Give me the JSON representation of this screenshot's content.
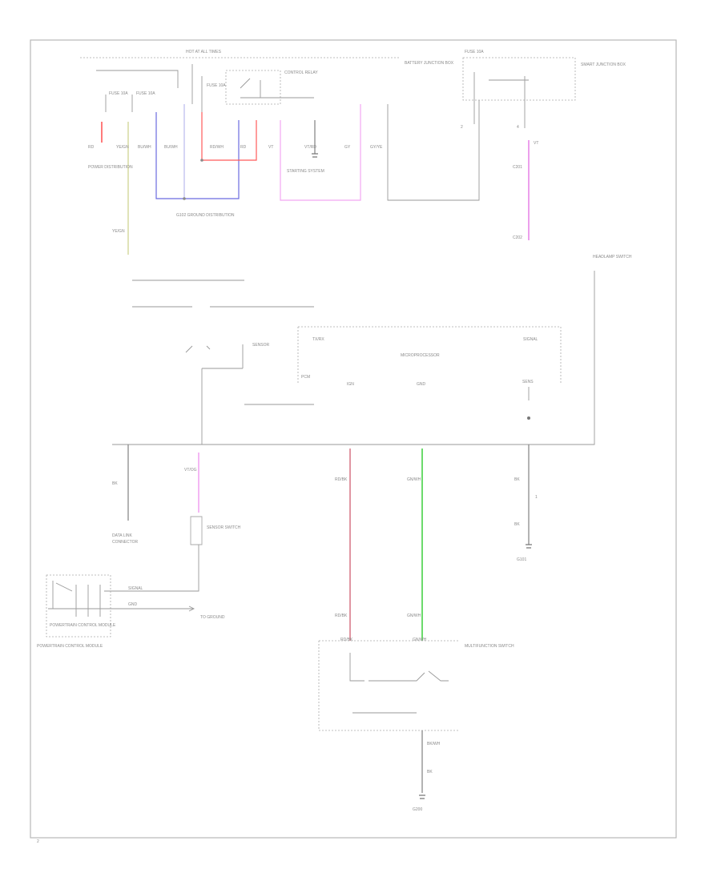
{
  "colors": {
    "frame": "#b8b8b8",
    "wire": "#8a8a8a",
    "red": "#ff5a5a",
    "blue": "#6b6be0",
    "light_blue": "#b9b9ee",
    "light_red": "#ff9e9e",
    "pink": "#f2a6f2",
    "magenta_pink": "#e888e8",
    "yellow_green": "#d8dca6",
    "rose": "#dc8a98",
    "green": "#5bd65b",
    "ground": "#777777"
  },
  "labels": {
    "fuse_box": "HOT AT ALL TIMES",
    "fuse1": "FUSE 10A",
    "fuse2": "FUSE 10A",
    "fuse3": "FUSE 10A",
    "fuse_right": "FUSE 10A",
    "relay": "CONTROL RELAY",
    "battery_junction": "BATTERY JUNCTION BOX",
    "right_box": "SMART JUNCTION BOX",
    "left_ref": "POWER DISTRIBUTION",
    "center_ref": "STARTING SYSTEM",
    "splice_note": "G102 GROUND DISTRIBUTION",
    "right_module": "HEADLAMP SWITCH",
    "micro": "MICROPROCESSOR",
    "module_pin_left": "TX/RX",
    "module_pin_right": "SIGNAL",
    "module_sub_left": "PCM",
    "module_sub_mid": "IGN",
    "module_sub_right": "GND",
    "switch_right": "SENSOR",
    "bottom_left_ref": "DATA LINK",
    "bottom_mid_ref": "CONNECTOR",
    "switch_box": "SENSOR SWITCH",
    "bl_box": "POWERTRAIN CONTROL MODULE",
    "bl_box_pin1": "SIGNAL",
    "bl_box_pin2": "GND",
    "bl_ref": "TO GROUND",
    "bl_caption": "POWERTRAIN CONTROL MODULE",
    "bottom_module": "MULTIFUNCTION SWITCH",
    "bottom_pin1": "RD/BK",
    "bottom_pin2": "GN/WH",
    "ground_center": "G200",
    "ground_right": "G101",
    "ground_left": "G102",
    "page_num": "2"
  }
}
